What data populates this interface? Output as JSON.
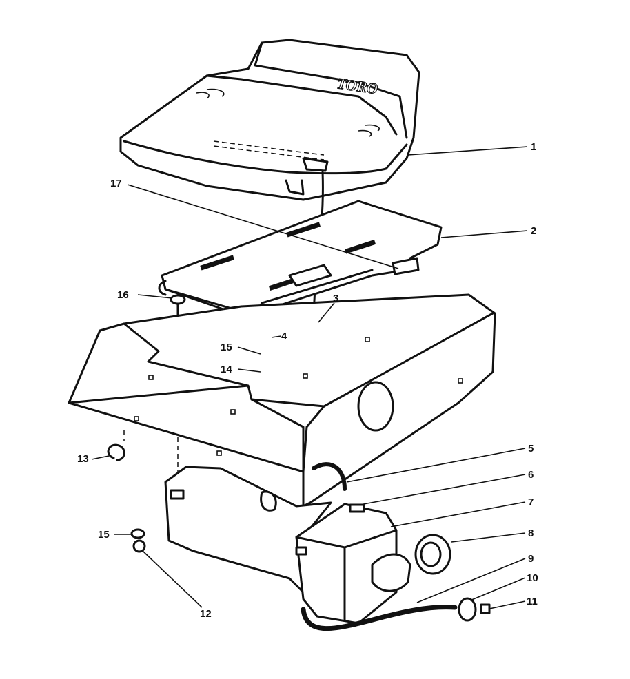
{
  "logo_text": "TORO",
  "callouts": [
    {
      "id": "callout-1",
      "label": "1"
    },
    {
      "id": "callout-2",
      "label": "2"
    },
    {
      "id": "callout-3",
      "label": "3"
    },
    {
      "id": "callout-4",
      "label": "4"
    },
    {
      "id": "callout-5",
      "label": "5"
    },
    {
      "id": "callout-6",
      "label": "6"
    },
    {
      "id": "callout-7",
      "label": "7"
    },
    {
      "id": "callout-8",
      "label": "8"
    },
    {
      "id": "callout-9",
      "label": "9"
    },
    {
      "id": "callout-10",
      "label": "10"
    },
    {
      "id": "callout-11",
      "label": "11"
    },
    {
      "id": "callout-12",
      "label": "12"
    },
    {
      "id": "callout-13",
      "label": "13"
    },
    {
      "id": "callout-14",
      "label": "14"
    },
    {
      "id": "callout-15a",
      "label": "15"
    },
    {
      "id": "callout-15b",
      "label": "15"
    },
    {
      "id": "callout-16",
      "label": "16"
    },
    {
      "id": "callout-17",
      "label": "17"
    }
  ]
}
